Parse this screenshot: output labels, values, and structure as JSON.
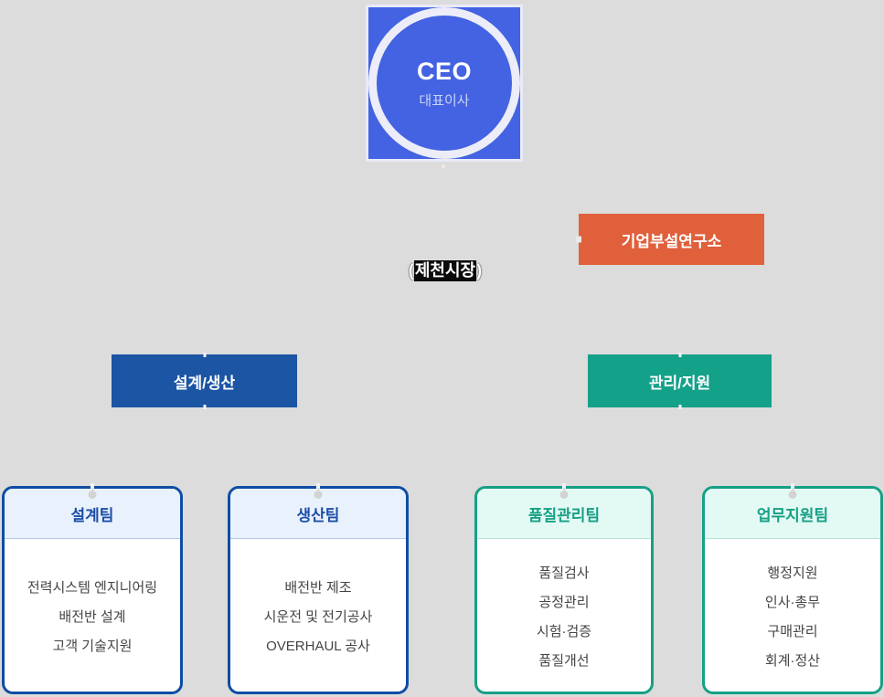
{
  "colors": {
    "background": "#dcdcdc",
    "ceo_blue": "#4463e2",
    "ceo_ring": "#ecedf8",
    "research_orange": "#e0603c",
    "division_blue": "#1b55a4",
    "division_green": "#14a189",
    "card_blue_border": "#0e4da4",
    "card_blue_header_bg": "#e9f1fc",
    "card_blue_title": "#1d4fa8",
    "card_green_border": "#16a085",
    "card_green_header_bg": "#e3f9f4",
    "card_green_title": "#16a085",
    "body_text": "#444446"
  },
  "ceo": {
    "title": "CEO",
    "subtitle": "대표이사"
  },
  "site_label": {
    "prefix": "(",
    "text": "제천시장",
    "suffix": ")"
  },
  "research_institute": {
    "label": "기업부설연구소"
  },
  "divisions": [
    {
      "label": "설계/생산"
    },
    {
      "label": "관리/지원"
    }
  ],
  "teams": [
    {
      "name": "설계팀",
      "theme": "blue",
      "items": [
        "전력시스템 엔지니어링",
        "배전반 설계",
        "고객 기술지원"
      ]
    },
    {
      "name": "생산팀",
      "theme": "blue",
      "items": [
        "배전반 제조",
        "시운전 및 전기공사",
        "OVERHAUL 공사"
      ]
    },
    {
      "name": "품질관리팀",
      "theme": "green",
      "items": [
        "품질검사",
        "공정관리",
        "시험·검증",
        "품질개선"
      ]
    },
    {
      "name": "업무지원팀",
      "theme": "green",
      "items": [
        "행정지원",
        "인사·총무",
        "구매관리",
        "회계·정산"
      ]
    }
  ]
}
